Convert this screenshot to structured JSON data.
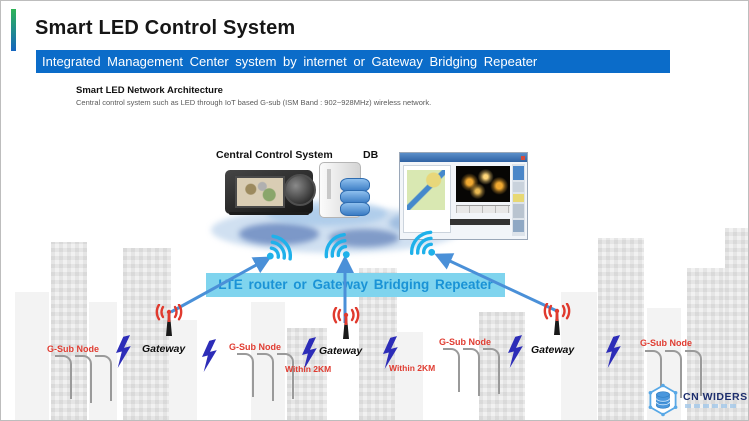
{
  "header": {
    "title": "Smart LED Control System",
    "banner": "Integrated Management Center system by internet or Gateway Bridging Repeater",
    "section_heading": "Smart LED Network Architecture",
    "section_description": "Central control system such as LED through IoT based G-sub (ISM Band : 902~928MHz) wireless network."
  },
  "diagram": {
    "central_label": "Central Control System",
    "db_label": "DB",
    "middle_banner": "LTE router or Gateway Bridging Repeater",
    "gateways": [
      {
        "label": "Gateway"
      },
      {
        "label": "Gateway"
      },
      {
        "label": "Gateway"
      }
    ],
    "gsub_nodes": [
      {
        "label": "G-Sub Node"
      },
      {
        "label": "G-Sub Node"
      },
      {
        "label": "G-Sub Node"
      },
      {
        "label": "G-Sub Node"
      }
    ],
    "distance_labels": [
      {
        "label": "Within 2KM"
      },
      {
        "label": "Within 2KM"
      }
    ]
  },
  "logo": {
    "name": "CN WIDERS"
  },
  "colors": {
    "accent_top": "#2eb457",
    "accent_bottom": "#1565c0",
    "header_banner_bg": "#0b6cc9",
    "middle_banner_bg": "#7fd4ee",
    "middle_banner_text": "#1a93d6",
    "arrow_blue": "#4a90d8",
    "wifi_cyan": "#1fb1ea",
    "node_red": "#e03c31",
    "lightning_blue": "#2d2db8"
  }
}
